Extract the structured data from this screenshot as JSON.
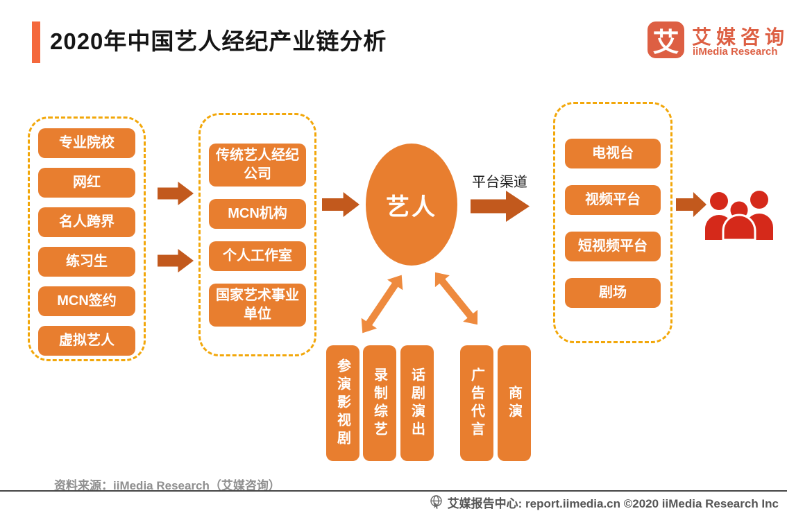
{
  "header": {
    "title": "2020年中国艺人经纪产业链分析",
    "logo": {
      "icon": "艾",
      "brand_cn": "艾媒咨询",
      "brand_en": "iiMedia Research"
    }
  },
  "diagram": {
    "talent_sources": [
      "专业院校",
      "网红",
      "名人跨界",
      "练习生",
      "MCN签约",
      "虚拟艺人"
    ],
    "agencies": [
      "传统艺人经纪公司",
      "MCN机构",
      "个人工作室",
      "国家艺术事业单位"
    ],
    "artist": "艺人",
    "channel_label": "平台渠道",
    "platforms": [
      "电视台",
      "视频平台",
      "短视频平台",
      "剧场"
    ],
    "activities": [
      "参演影视剧",
      "录制综艺",
      "话剧演出",
      "广告代言",
      "商演"
    ]
  },
  "footer": {
    "source": "资料来源：iiMedia Research（艾媒咨询）",
    "report_center": "艾媒报告中心:  report.iimedia.cn   ©2020  iiMedia Research  Inc"
  },
  "colors": {
    "pill_orange": "#E87E2F",
    "dark_arrow": "#C2591D",
    "bright_arrow": "#EE8A3E",
    "dashed_border": "#F2A70A",
    "audience_red": "#D5291A",
    "logo_orange": "#DD5F43",
    "title_accent": "#F4683C"
  }
}
